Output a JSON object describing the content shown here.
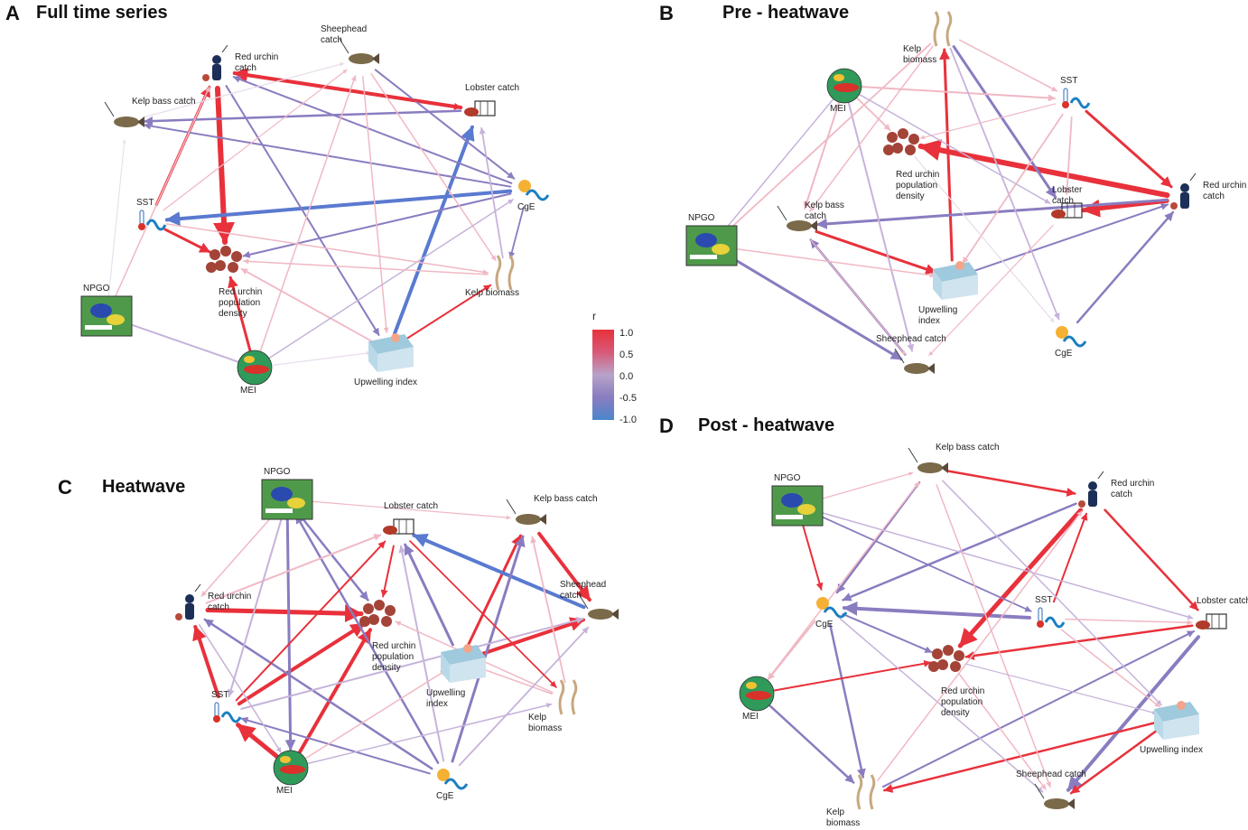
{
  "panels": [
    {
      "letter": "A",
      "title": "Full time series"
    },
    {
      "letter": "B",
      "title": "Pre - heatwave"
    },
    {
      "letter": "C",
      "title": "Heatwave"
    },
    {
      "letter": "D",
      "title": "Post - heatwave"
    }
  ],
  "legend": {
    "title": "r",
    "ticks": [
      "1.0",
      "0.5",
      "0.0",
      "-0.5",
      "-1.0"
    ]
  },
  "colors": {
    "positive": "#e8313b",
    "weak_positive": "#f0b8c4",
    "neutral": "#e7dcea",
    "weak_negative": "#c6b3da",
    "negative": "#8a7cc0",
    "strong_negative": "#5a7ad0"
  },
  "network_panels": [
    {
      "id": "A",
      "nodes": [
        {
          "id": "red_urchin_catch",
          "label": "Red urchin\ncatch",
          "icon": "diver-icon"
        },
        {
          "id": "sheephead_catch",
          "label": "Sheephead\ncatch",
          "icon": "fish-icon"
        },
        {
          "id": "lobster_catch",
          "label": "Lobster catch",
          "icon": "lobster-icon"
        },
        {
          "id": "kelp_bass_catch",
          "label": "Kelp bass catch",
          "icon": "fish-icon"
        },
        {
          "id": "cge",
          "label": "CgE",
          "icon": "sun-wave-icon"
        },
        {
          "id": "sst",
          "label": "SST",
          "icon": "thermometer-icon"
        },
        {
          "id": "red_urchin_density",
          "label": "Red urchin\npopulation\ndensity",
          "icon": "urchin-icon"
        },
        {
          "id": "kelp_biomass",
          "label": "Kelp biomass",
          "icon": "kelp-icon"
        },
        {
          "id": "npgo",
          "label": "NPGO",
          "icon": "map-icon"
        },
        {
          "id": "mei",
          "label": "MEI",
          "icon": "globe-icon"
        },
        {
          "id": "upwelling_index",
          "label": "Upwelling index",
          "icon": "ocean-box-icon"
        }
      ]
    },
    {
      "id": "B",
      "nodes": [
        {
          "id": "kelp_biomass",
          "label": "Kelp\nbiomass",
          "icon": "kelp-icon"
        },
        {
          "id": "mei",
          "label": "MEI",
          "icon": "globe-icon"
        },
        {
          "id": "sst",
          "label": "SST",
          "icon": "thermometer-icon"
        },
        {
          "id": "red_urchin_density",
          "label": "Red urchin\npopulation\ndensity",
          "icon": "urchin-icon"
        },
        {
          "id": "npgo",
          "label": "NPGO",
          "icon": "map-icon"
        },
        {
          "id": "kelp_bass_catch",
          "label": "Kelp bass\ncatch",
          "icon": "fish-icon"
        },
        {
          "id": "lobster_catch",
          "label": "Lobster\ncatch",
          "icon": "lobster-icon"
        },
        {
          "id": "red_urchin_catch",
          "label": "Red urchin\ncatch",
          "icon": "diver-icon"
        },
        {
          "id": "upwelling_index",
          "label": "Upwelling\nindex",
          "icon": "ocean-box-icon"
        },
        {
          "id": "cge",
          "label": "CgE",
          "icon": "sun-wave-icon"
        },
        {
          "id": "sheephead_catch",
          "label": "Sheephead catch",
          "icon": "fish-icon"
        }
      ]
    },
    {
      "id": "C",
      "nodes": [
        {
          "id": "npgo",
          "label": "NPGO",
          "icon": "map-icon"
        },
        {
          "id": "lobster_catch",
          "label": "Lobster catch",
          "icon": "lobster-icon"
        },
        {
          "id": "kelp_bass_catch",
          "label": "Kelp bass catch",
          "icon": "fish-icon"
        },
        {
          "id": "red_urchin_density",
          "label": "Red urchin\npopulation\ndensity",
          "icon": "urchin-icon"
        },
        {
          "id": "red_urchin_catch",
          "label": "Red urchin\ncatch",
          "icon": "diver-icon"
        },
        {
          "id": "sheephead_catch",
          "label": "Sheephead\ncatch",
          "icon": "fish-icon"
        },
        {
          "id": "upwelling_index",
          "label": "Upwelling\nindex",
          "icon": "ocean-box-icon"
        },
        {
          "id": "sst",
          "label": "SST",
          "icon": "thermometer-icon"
        },
        {
          "id": "kelp_biomass",
          "label": "Kelp\nbiomass",
          "icon": "kelp-icon"
        },
        {
          "id": "mei",
          "label": "MEI",
          "icon": "globe-icon"
        },
        {
          "id": "cge",
          "label": "CgE",
          "icon": "sun-wave-icon"
        }
      ]
    },
    {
      "id": "D",
      "nodes": [
        {
          "id": "kelp_bass_catch",
          "label": "Kelp bass catch",
          "icon": "fish-icon"
        },
        {
          "id": "npgo",
          "label": "NPGO",
          "icon": "map-icon"
        },
        {
          "id": "red_urchin_catch",
          "label": "Red urchin\ncatch",
          "icon": "diver-icon"
        },
        {
          "id": "cge",
          "label": "CgE",
          "icon": "sun-wave-icon"
        },
        {
          "id": "sst",
          "label": "SST",
          "icon": "thermometer-icon"
        },
        {
          "id": "lobster_catch",
          "label": "Lobster catch",
          "icon": "lobster-icon"
        },
        {
          "id": "mei",
          "label": "MEI",
          "icon": "globe-icon"
        },
        {
          "id": "red_urchin_density",
          "label": "Red urchin\npopulation\ndensity",
          "icon": "urchin-icon"
        },
        {
          "id": "upwelling_index",
          "label": "Upwelling index",
          "icon": "ocean-box-icon"
        },
        {
          "id": "kelp_biomass",
          "label": "Kelp\nbiomass",
          "icon": "kelp-icon"
        },
        {
          "id": "sheephead_catch",
          "label": "Sheephead catch",
          "icon": "fish-icon"
        }
      ]
    }
  ]
}
